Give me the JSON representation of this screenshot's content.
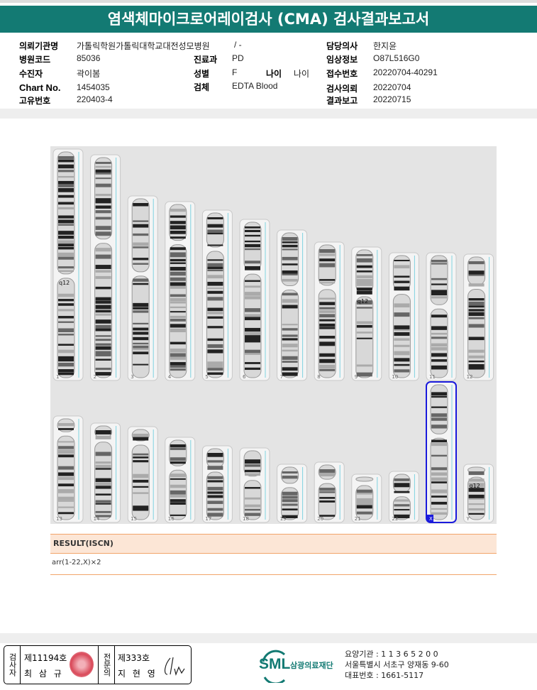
{
  "title": "염색체마이크로어레이검사 (CMA) 검사결과보고서",
  "info": {
    "institution_label": "의뢰기관명",
    "institution": "가톨릭학원가톨릭대학교대전성모병원",
    "institution_suffix": "/ -",
    "doctor_label": "담당의사",
    "doctor": "한지윤",
    "hospital_code_label": "병원코드",
    "hospital_code": "85036",
    "dept_label": "진료과",
    "dept": "PD",
    "clinical_label": "임상정보",
    "clinical": "O87L516G0",
    "patient_label": "수진자",
    "patient": "곽이봄",
    "sex_label": "성별",
    "sex": "F",
    "age_label": "나이",
    "age": "나이",
    "receipt_label": "접수번호",
    "receipt": "20220704-40291",
    "chart_label": "Chart No.",
    "chart": "1454035",
    "specimen_label": "검체",
    "specimen": "EDTA Blood",
    "request_label": "검사의뢰",
    "request": "20220704",
    "unique_label": "고유번호",
    "unique": "220403-4",
    "report_label": "결과보고",
    "report": "20220715"
  },
  "karyogram": {
    "chromosomes": [
      "1",
      "2",
      "3",
      "4",
      "5",
      "6",
      "7",
      "8",
      "9",
      "10",
      "11",
      "12",
      "13",
      "14",
      "15",
      "16",
      "17",
      "18",
      "19",
      "20",
      "21",
      "22",
      "X",
      "Y"
    ],
    "band_labels": {
      "1": "q12",
      "9": "q12",
      "Y": "q12"
    },
    "selected": "X",
    "highlight_color": "#1a1adc"
  },
  "result": {
    "header": "RESULT(ISCN)",
    "value": "arr(1-22,X)×2"
  },
  "signature": {
    "examiner_label": "검사자",
    "examiner_no": "제11194호",
    "examiner_name": "최 삼 규",
    "specialist_label": "전문의",
    "specialist_no": "제333호",
    "specialist_name": "지 현 영"
  },
  "footer": {
    "logo": "SML",
    "org": "삼광의료재단",
    "care_no": "요양기관 : 1 1 3 6 5 2 0 0",
    "address": "서울특별시 서초구 양재동 9-60",
    "phone": "대표번호 : 1661-5117"
  }
}
